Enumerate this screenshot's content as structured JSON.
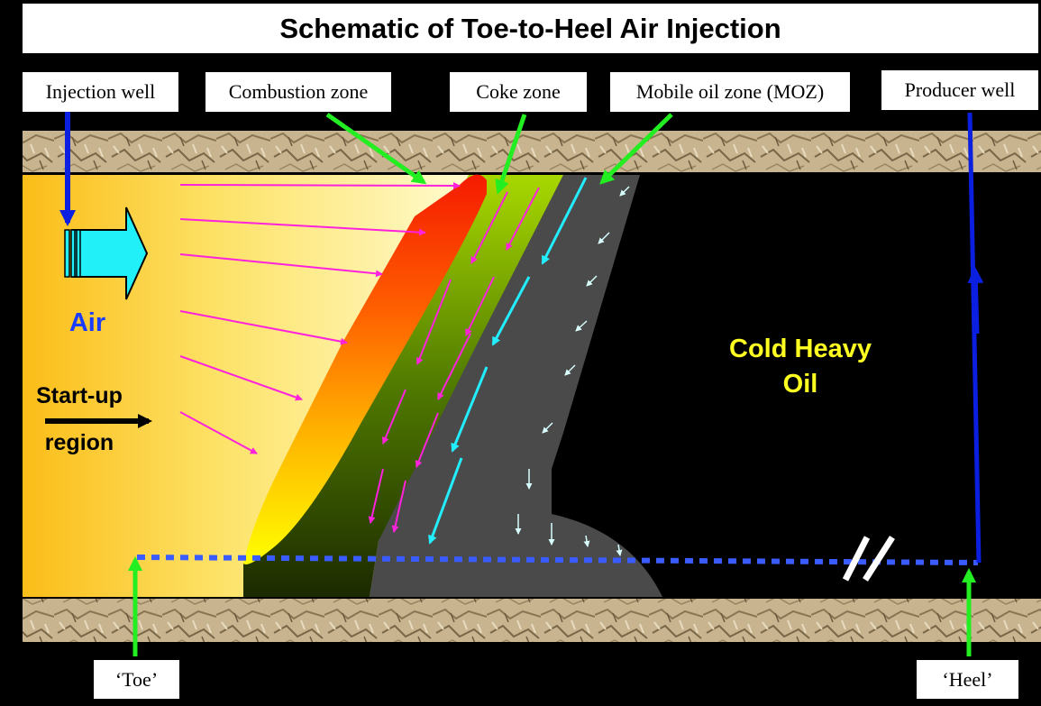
{
  "title": "Schematic of Toe-to-Heel Air Injection",
  "labels": {
    "injection_well": "Injection well",
    "combustion_zone": "Combustion zone",
    "coke_zone": "Coke zone",
    "mobile_oil_zone": "Mobile oil zone (MOZ)",
    "producer_well": "Producer well",
    "toe": "‘Toe’",
    "heel": "‘Heel’"
  },
  "annotations": {
    "air": "Air",
    "startup_line1": "Start-up",
    "startup_line2": "region",
    "cold_oil_line1": "Cold Heavy",
    "cold_oil_line2": "Oil"
  },
  "colors": {
    "well": "#0a1fe0",
    "pointer": "#22ee22",
    "gas_flow": "#ff22dd",
    "oil_flow": "#22eeff",
    "air_arrow": "#22f0f8",
    "cold_oil_text": "#ffff22",
    "air_text": "#1a3cff",
    "horizontal_well": "#3a5cff"
  }
}
